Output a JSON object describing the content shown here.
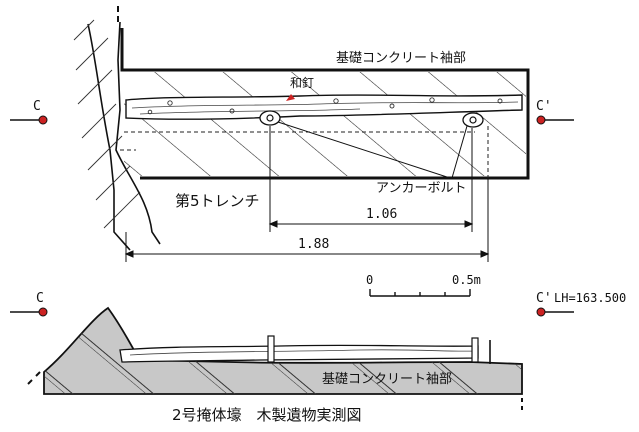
{
  "plan": {
    "top_label": "基礎コンクリート袖部",
    "nail_label": "和釘",
    "section_left": "C",
    "section_right": "C'",
    "trench_label": "第5トレンチ",
    "anchor_label": "アンカーボルト",
    "dim_inner": "1.06",
    "dim_outer": "1.88"
  },
  "scale_bar": {
    "start": "0",
    "end": "0.5m"
  },
  "section": {
    "left": "C",
    "right": "C'",
    "level": "LH=163.500",
    "concrete_label": "基礎コンクリート袖部"
  },
  "caption": "2号掩体壕　木製遺物実測図",
  "colors": {
    "line": "#111111",
    "concrete": "#c8c8c8",
    "marker": "#cc2222"
  }
}
